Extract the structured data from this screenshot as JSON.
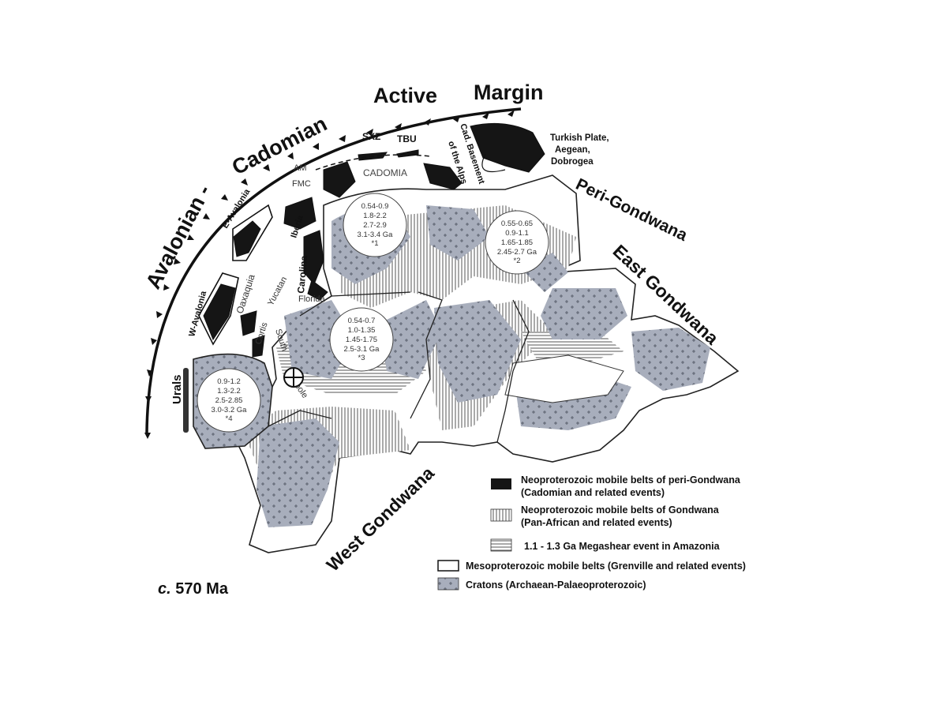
{
  "margin_labels": {
    "avalonian": "Avalonian -",
    "cadomian": "Cadomian",
    "active": "Active",
    "margin": "Margin"
  },
  "region_labels": {
    "peri_gondwana": "Peri-Gondwana",
    "east_gondwana": "East Gondwana",
    "west_gondwana": "West Gondwana",
    "turkish_plate": [
      "Turkish Plate,",
      "Aegean,",
      "Dobrogea"
    ],
    "cad_basement": [
      "Cad. Basement",
      "of the Alps"
    ],
    "sxz": "SXZ",
    "tbu": "TBU",
    "am": "AM",
    "fmc": "FMC",
    "cadomia": "CADOMIA",
    "e_avalonia": "E-Avalonia",
    "w_avalonia": "W-Avalonia",
    "iberia": "Iberia",
    "carolina": "Carolina",
    "oaxaquia": "Oaxaquia",
    "yucatan": "Yucatan",
    "florida": "Florida",
    "cortis": "Cortis",
    "south_pole": [
      "South",
      "pole"
    ],
    "urals": "Urals"
  },
  "age_circles": [
    {
      "lines": [
        "0.54-0.9",
        "1.8-2.2",
        "2.7-2.9",
        "3.1-3.4 Ga",
        "*1"
      ]
    },
    {
      "lines": [
        "0.55-0.65",
        "0.9-1.1",
        "1.65-1.85",
        "2.45-2.7 Ga",
        "*2"
      ]
    },
    {
      "lines": [
        "0.54-0.7",
        "1.0-1.35",
        "1.45-1.75",
        "2.5-3.1 Ga",
        "*3"
      ]
    },
    {
      "lines": [
        "0.9-1.2",
        "1.3-2.2",
        "2.5-2.85",
        "3.0-3.2 Ga",
        "*4"
      ]
    }
  ],
  "age_label": {
    "italic": "c.",
    "rest": " 570 Ma"
  },
  "legend": [
    {
      "key": "neoproterozoic_peri",
      "lines": [
        "Neoproterozoic mobile belts of peri-Gondwana",
        "(Cadomian and related events)"
      ]
    },
    {
      "key": "neoproterozoic_gondwana",
      "lines": [
        "Neoproterozoic mobile belts of Gondwana",
        "(Pan-African and related events)"
      ]
    },
    {
      "key": "megashear",
      "lines": [
        "1.1 - 1.3 Ga Megashear event in Amazonia"
      ]
    },
    {
      "key": "mesoproterozoic",
      "lines": [
        "Mesoproterozoic mobile belts (Grenville and related events)"
      ]
    },
    {
      "key": "cratons",
      "lines": [
        "Cratons (Archaean-Palaeoproterozoic)"
      ]
    }
  ],
  "colors": {
    "craton": "#a8aebc",
    "black_belt": "#151515",
    "outline": "#222222"
  }
}
